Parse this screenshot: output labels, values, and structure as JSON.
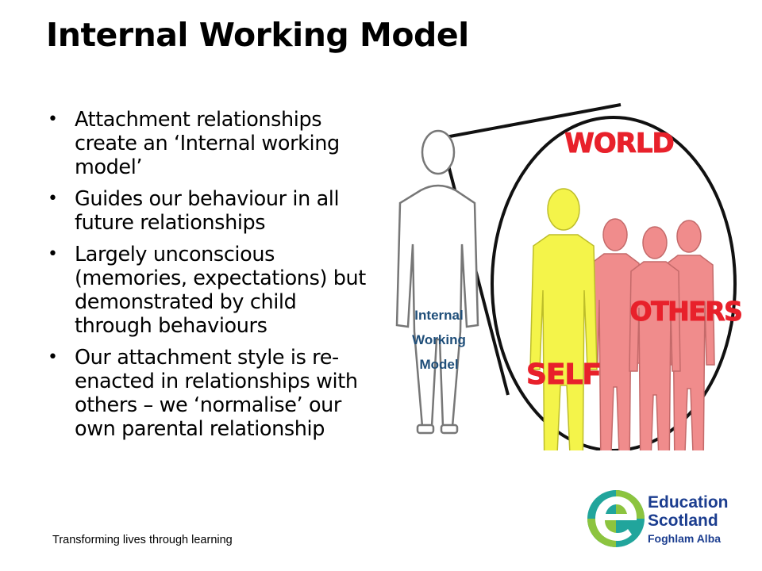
{
  "slide": {
    "title": "Internal Working Model",
    "bullets": [
      "Attachment relationships create an ‘Internal working model’",
      "Guides our behaviour in all future relationships",
      "Largely unconscious (memories, expectations) but demonstrated by child through behaviours",
      "Our attachment style is re-enacted in relationships with others – we ‘normalise’ our own parental relationship"
    ],
    "bullet_icon": "•",
    "footer": "Transforming lives through learning"
  },
  "figure": {
    "world_label": "WORLD",
    "others_label": "OTHERS",
    "self_label": "SELF",
    "body_label_line1": "Internal",
    "body_label_line2": "Working",
    "body_label_line3": "Model",
    "colors": {
      "label_red": "#e8212b",
      "self_yellow": "#f4f44a",
      "others_pink": "#f08c8c",
      "body_label_blue": "#1f4e79"
    }
  },
  "logo": {
    "line1": "Education",
    "line2": "Scotland",
    "line3": "Foghlam Alba",
    "icon": "education-scotland-e-logo",
    "colors": {
      "blue": "#1b3d8f",
      "green": "#8cc43f",
      "teal": "#21a59c"
    }
  }
}
